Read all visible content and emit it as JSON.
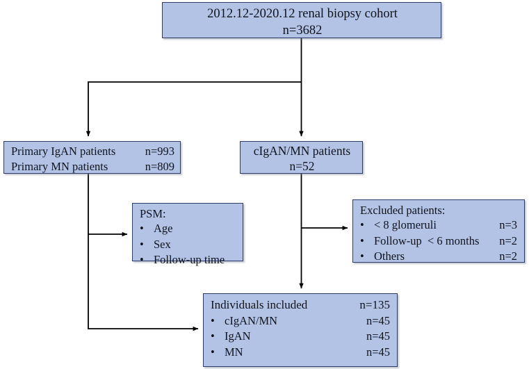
{
  "diagram": {
    "type": "flowchart",
    "title": "Renal biopsy cohort study flow diagram",
    "colors": {
      "node_fill": "#b2c3e6",
      "node_border": "#2b3a66",
      "edge": "#000000",
      "background": "#ffffff",
      "text": "#10131c"
    }
  },
  "nodes": {
    "cohort": {
      "name": "cohort-box",
      "line1": "2012.12-2020.12 renal biopsy cohort",
      "line2": "n=3682"
    },
    "primary": {
      "name": "primary-patients-box",
      "rows": [
        {
          "label": "Primary IgAN patients",
          "value": "n=993"
        },
        {
          "label": "Primary MN patients",
          "value": "n=809"
        }
      ]
    },
    "cigan_mn": {
      "name": "cigan-mn-patients-box",
      "line1": "cIgAN/MN patients",
      "line2": "n=52"
    },
    "psm": {
      "name": "psm-box",
      "header": "PSM:",
      "bullets": [
        {
          "marker": "•",
          "text": "Age"
        },
        {
          "marker": "•",
          "text": "Sex"
        },
        {
          "marker": "•",
          "text": "Follow-up time"
        }
      ]
    },
    "excluded": {
      "name": "excluded-patients-box",
      "header": "Excluded patients:",
      "bullets": [
        {
          "marker": "•",
          "text": "< 8 glomeruli",
          "value": "n=3"
        },
        {
          "marker": "•",
          "text": "Follow-up  < 6 months",
          "value": "n=2"
        },
        {
          "marker": "•",
          "text": "Others",
          "value": "n=2"
        }
      ]
    },
    "included": {
      "name": "individuals-included-box",
      "header_label": "Individuals included",
      "header_value": "n=135",
      "bullets": [
        {
          "marker": "•",
          "text": "cIgAN/MN",
          "value": "n=45"
        },
        {
          "marker": "•",
          "text": "IgAN",
          "value": "n=45"
        },
        {
          "marker": "•",
          "text": "MN",
          "value": "n=45"
        }
      ]
    }
  },
  "edges": [
    {
      "name": "edge-cohort-to-primary",
      "from": "cohort",
      "to": "primary",
      "style": "orthogonal"
    },
    {
      "name": "edge-cohort-to-cigan-mn",
      "from": "cohort",
      "to": "cigan_mn",
      "style": "straight"
    },
    {
      "name": "edge-primary-to-psm",
      "from": "primary",
      "to": "psm",
      "style": "orthogonal"
    },
    {
      "name": "edge-primary-to-included",
      "from": "primary",
      "to": "included",
      "style": "orthogonal"
    },
    {
      "name": "edge-cigan-mn-to-excluded",
      "from": "cigan_mn",
      "to": "excluded",
      "style": "orthogonal"
    },
    {
      "name": "edge-cigan-mn-to-included",
      "from": "cigan_mn",
      "to": "included",
      "style": "straight"
    }
  ]
}
